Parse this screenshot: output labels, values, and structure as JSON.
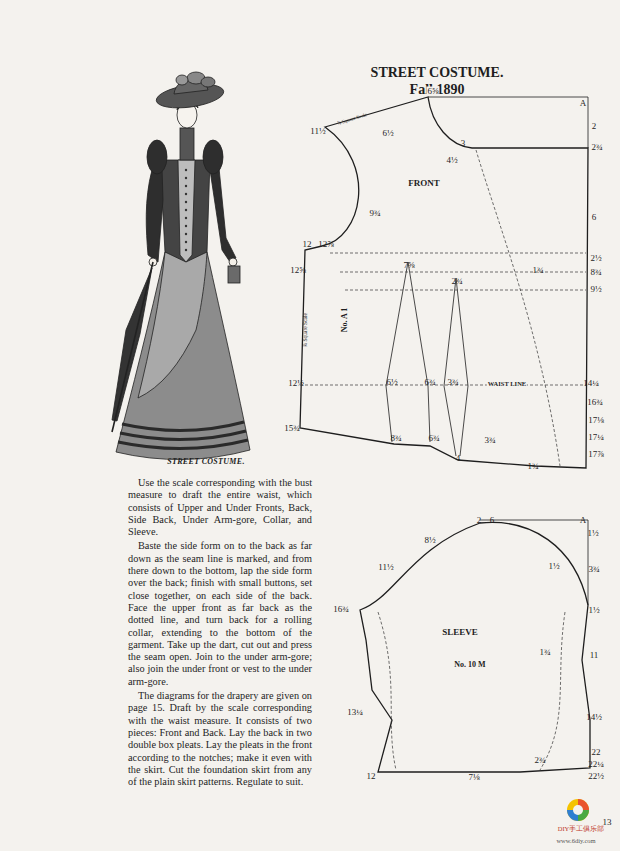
{
  "diagram": {
    "title": "STREET COSTUME. Fall 1890",
    "caption": "STREET COSTUME.",
    "nodes": [
      {
        "text": [
          "FRONT",
          "No. A 1",
          "WAIST LINE"
        ]
      },
      {
        "text": [
          "SLEEVE",
          "No. 10 M"
        ]
      }
    ],
    "labels": [
      "6⅝",
      "A",
      "11½",
      "⅞ Square Scale",
      "6½",
      "3",
      "2",
      "2¾",
      "4½",
      "6",
      "9¾",
      "12",
      "12⅞",
      "2½",
      "12⅝",
      "7⅝",
      "8¾",
      "2¾",
      "9½",
      "1¾",
      "¾ Square Scale",
      "12½",
      "6½",
      "6¾",
      "3¾",
      "14¼",
      "16¾",
      "15¾",
      "17⅛",
      "8¾",
      "6¾",
      "3¾",
      "17¼",
      "4",
      "1¾",
      "17⅞",
      "2",
      "6",
      "A",
      "8½",
      "1½",
      "11½",
      "1½",
      "3¾",
      "16¾",
      "1½",
      "1¾",
      "11",
      "13¼",
      "14½",
      "2¾",
      "22",
      "22¼",
      "22½",
      "12",
      "7⅛",
      "Use the scale corresponding with the bust measure to draft the entire waist, which consists of Upper and Under Fronts, Back, Side Back, Under Arm-gore, Collar, and Sleeve.",
      "Baste the side form on to the back as far down as the seam line is marked, and from there down to the bottom, lap the side form over the back; finish with small buttons, set close together, on each side of the back. Face the upper front as far back as the dotted line, and turn back for a rolling collar, extending to the bottom of the garment. Take up the dart, cut out and press the seam open. Join to the under arm-gore; also join the under front or vest to the under arm-gore.",
      "The diagrams for the drapery are given on page 15. Draft by the scale corresponding with the waist measure. It consists of two pieces: Front and Back. Lay the back in two double box pleats. Lay the pleats in the front according to the notches; make it even with the skirt. Cut the foundation skirt from any of the plain skirt patterns. Regulate to suit.",
      "13",
      "DIY手工俱乐部",
      "www.6diy.com"
    ]
  }
}
